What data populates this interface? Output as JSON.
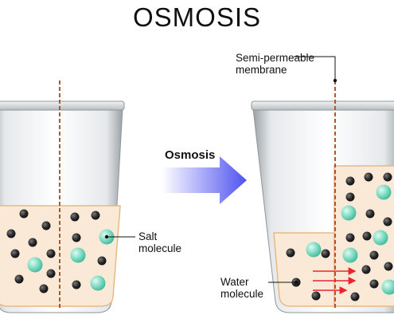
{
  "title": "OSMOSIS",
  "labels": {
    "membrane": [
      "Semi-permeable",
      "membrane"
    ],
    "salt": [
      "Salt",
      "molecule"
    ],
    "water": [
      "Water",
      "molecule"
    ],
    "process": "Osmosis"
  },
  "colors": {
    "solution": "#fbe9d7",
    "solution_edge": "#e7b983",
    "salt_molecule": "#7fdcc3",
    "water_molecule": "#262626",
    "membrane": "#b5533a",
    "flow_arrows": "#e8262a",
    "process_arrow": "#5a5df0"
  }
}
